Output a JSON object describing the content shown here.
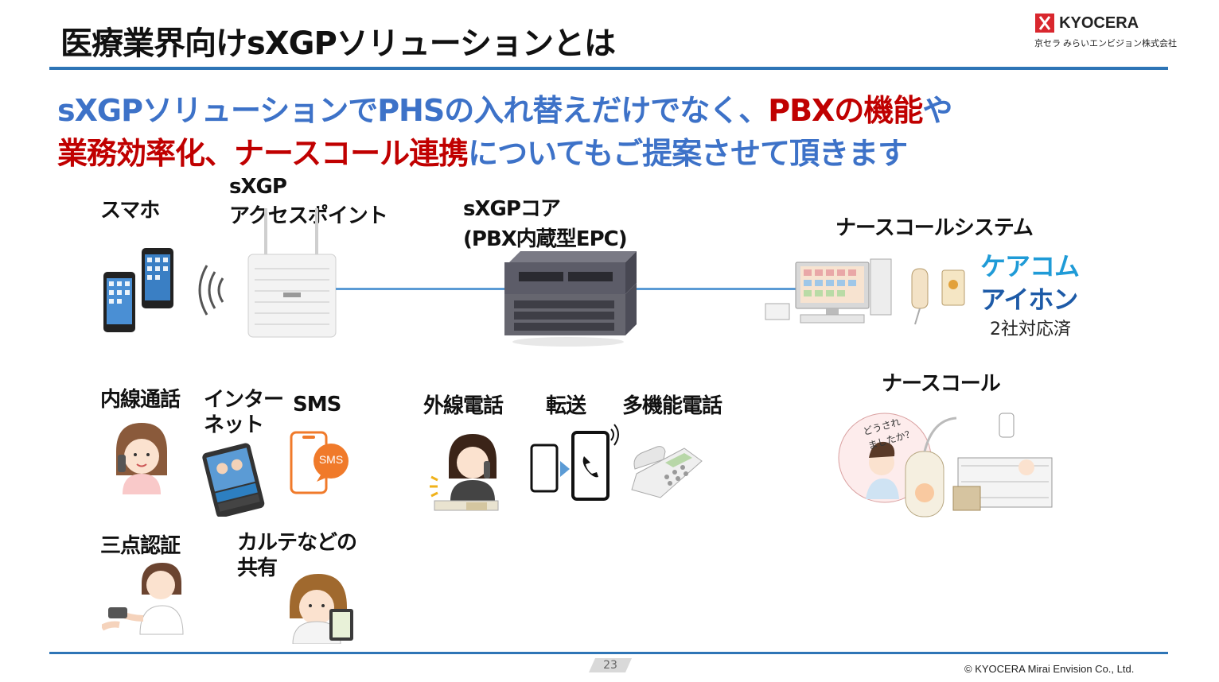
{
  "title": "医療業界向けsXGPソリューションとは",
  "logo": {
    "name": "KYOCERA",
    "sub": "京セラ みらいエンビジョン株式会社"
  },
  "headline": {
    "line1": [
      {
        "text": "sXGPソリューションでPHSの入れ替えだけでなく、",
        "color": "blue"
      },
      {
        "text": "PBXの機能",
        "color": "red"
      },
      {
        "text": "や",
        "color": "blue"
      }
    ],
    "line2": [
      {
        "text": "業務効率化、ナースコール連携",
        "color": "red"
      },
      {
        "text": "についてもご提案させて頂きます",
        "color": "blue"
      }
    ]
  },
  "diagram": {
    "smartphone": "スマホ",
    "access_point": [
      "sXGP",
      "アクセスポイント"
    ],
    "core": [
      "sXGPコア",
      "(PBX内蔵型EPC)"
    ],
    "nurse_call_system": "ナースコールシステム",
    "brands": [
      "ケアコム",
      "アイホン"
    ],
    "brands_note": "2社対応済"
  },
  "features": {
    "internal_call": "内線通話",
    "internet": [
      "インター",
      "ネット"
    ],
    "sms": "SMS",
    "sms_icon": "SMS",
    "external_call": "外線電話",
    "transfer": "転送",
    "multi_phone": "多機能電話",
    "nurse_call": "ナースコール",
    "speech_bubble": [
      "どうされ",
      "ましたか？"
    ],
    "three_point": "三点認証",
    "chart_share": [
      "カルテなどの",
      "共有"
    ]
  },
  "footer": {
    "page": "23",
    "copyright": "© KYOCERA Mirai Envision Co., Ltd."
  },
  "colors": {
    "accent": "#2e75b6",
    "blue_text": "#3d72c8",
    "red_text": "#c00000",
    "logo_red": "#d9272e"
  }
}
